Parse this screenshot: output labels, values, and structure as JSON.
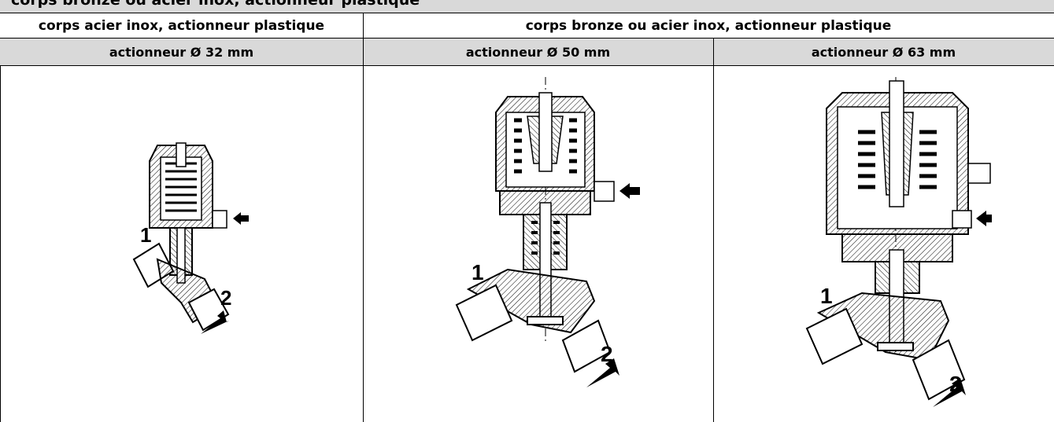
{
  "header": {
    "clipped_title": "corps bronze ou acier inox, actionneur plastique"
  },
  "groups": [
    {
      "label": "corps acier inox, actionneur plastique"
    },
    {
      "label": "corps bronze ou acier inox, actionneur plastique"
    }
  ],
  "columns": [
    {
      "label": "actionneur Ø 32 mm"
    },
    {
      "label": "actionneur Ø 50 mm"
    },
    {
      "label": "actionneur Ø 63 mm"
    }
  ],
  "figures": [
    {
      "port_in": "1",
      "port_out": "2"
    },
    {
      "port_in": "1",
      "port_out": "2"
    },
    {
      "port_in": "1",
      "port_out": "2"
    }
  ]
}
